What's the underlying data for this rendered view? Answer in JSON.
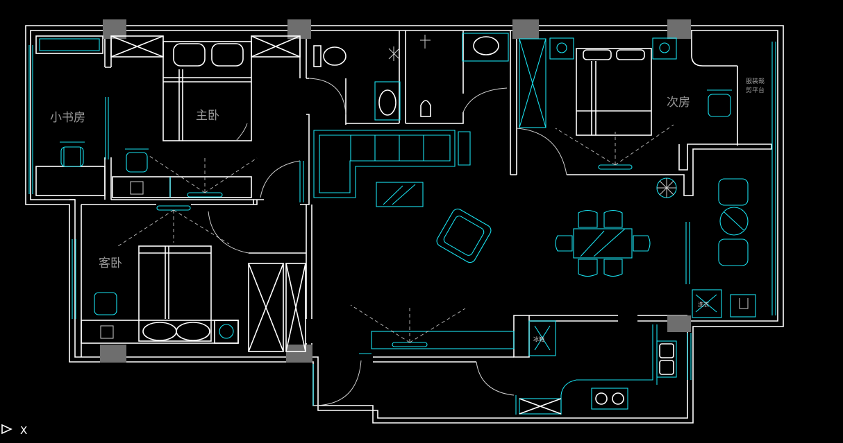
{
  "rooms": {
    "small_study": "小书房",
    "master_bedroom": "主卧",
    "second_bedroom": "次房",
    "guest_bedroom": "客卧"
  },
  "notes": {
    "balcony_line1": "服装裁",
    "balcony_line2": "剪平台",
    "washer_tag": "洗衣",
    "fridge_tag": "冰箱"
  },
  "ucs": {
    "axis_label": "X"
  },
  "colors": {
    "wall": "#ffffff",
    "furniture": "#19e0ee",
    "pillar": "#6e6e6e",
    "label": "#9a9a9a",
    "background": "#000000"
  },
  "icons": [
    "ucs-arrow-icon"
  ]
}
